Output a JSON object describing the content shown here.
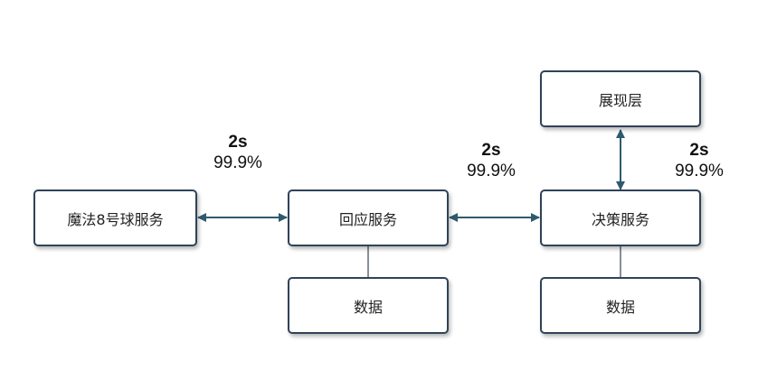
{
  "nodes": {
    "magic8ball": "魔法8号球服务",
    "echo": "回应服务",
    "decision": "决策服务",
    "presentation": "展现层",
    "echo_data": "数据",
    "decision_data": "数据"
  },
  "links": {
    "magic_to_echo": {
      "latency": "2s",
      "availability": "99.9%"
    },
    "echo_to_decision": {
      "latency": "2s",
      "availability": "99.9%"
    },
    "decision_to_presentation": {
      "latency": "2s",
      "availability": "99.9%"
    }
  },
  "colors": {
    "arrow": "#2e5a6e",
    "border": "#2f4358",
    "connector": "#5b6b78"
  }
}
